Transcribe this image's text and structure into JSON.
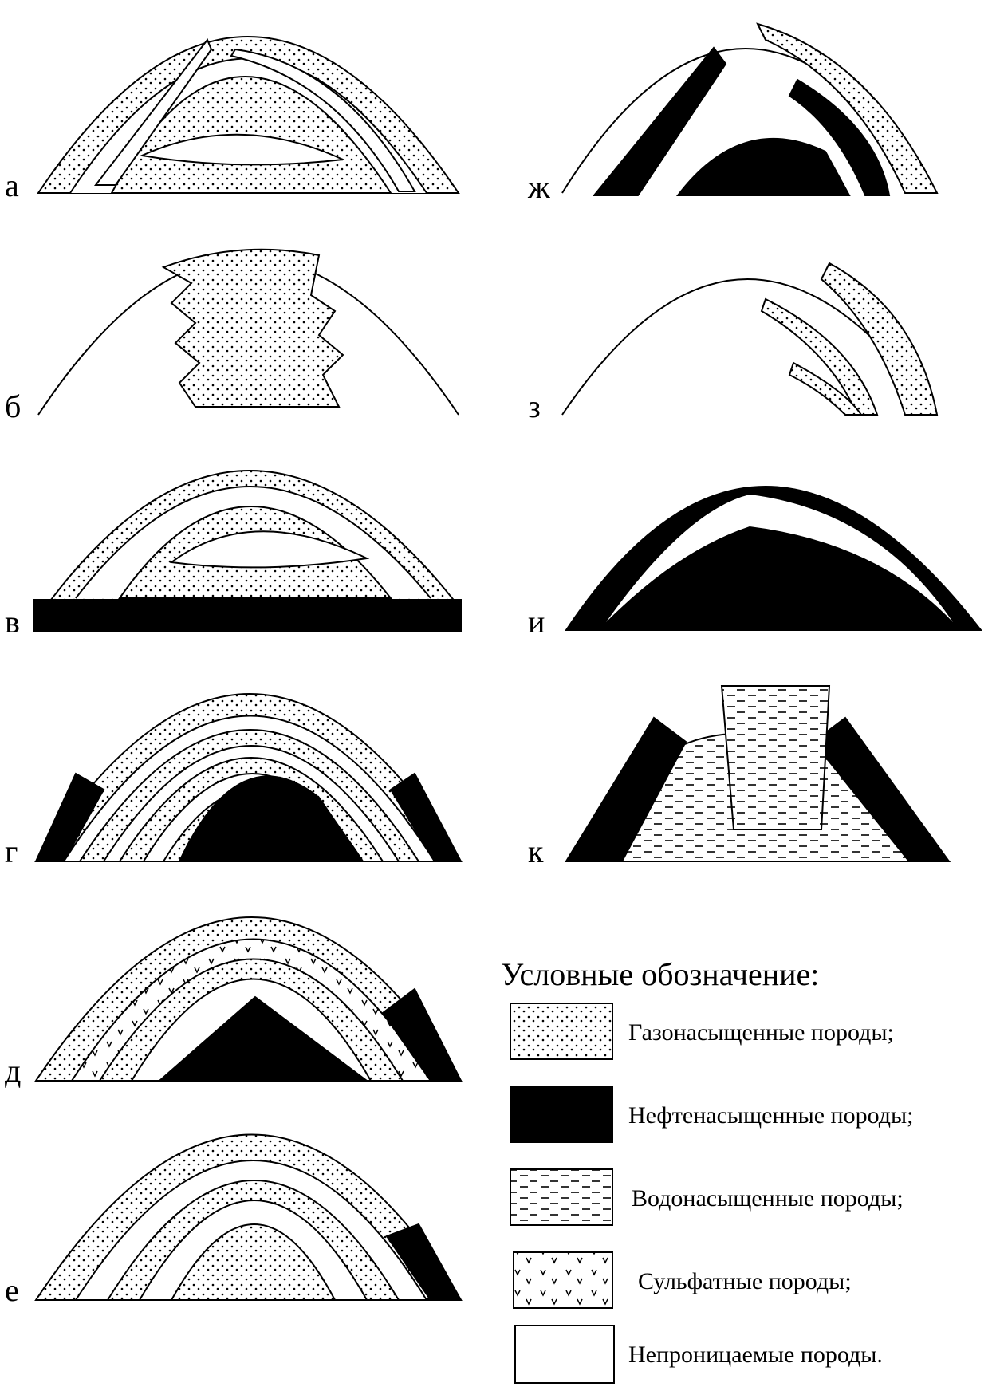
{
  "panels": [
    {
      "id": "a",
      "label": "а",
      "fills": [
        "gas"
      ]
    },
    {
      "id": "b",
      "label": "б",
      "fills": [
        "gas"
      ]
    },
    {
      "id": "v",
      "label": "в",
      "fills": [
        "gas",
        "oil"
      ]
    },
    {
      "id": "g",
      "label": "г",
      "fills": [
        "gas",
        "oil"
      ]
    },
    {
      "id": "d",
      "label": "д",
      "fills": [
        "gas",
        "oil",
        "sulfate"
      ]
    },
    {
      "id": "e",
      "label": "е",
      "fills": [
        "gas",
        "oil"
      ]
    },
    {
      "id": "zh",
      "label": "ж",
      "fills": [
        "gas",
        "oil"
      ]
    },
    {
      "id": "z",
      "label": "з",
      "fills": [
        "gas"
      ]
    },
    {
      "id": "i",
      "label": "и",
      "fills": [
        "oil"
      ]
    },
    {
      "id": "k",
      "label": "к",
      "fills": [
        "oil",
        "water"
      ]
    }
  ],
  "legend": {
    "title": "Условные обозначение:",
    "items": [
      {
        "key": "gas",
        "label": "Газонасыщенные породы;"
      },
      {
        "key": "oil",
        "label": "Нефтенасыщенные породы;"
      },
      {
        "key": "water",
        "label": "Водонасыщенные породы;"
      },
      {
        "key": "sulfate",
        "label": "Сульфатные породы;"
      },
      {
        "key": "impermeable",
        "label": "Непроницаемые породы."
      }
    ]
  },
  "colors": {
    "ink": "#000000",
    "background": "#ffffff"
  }
}
